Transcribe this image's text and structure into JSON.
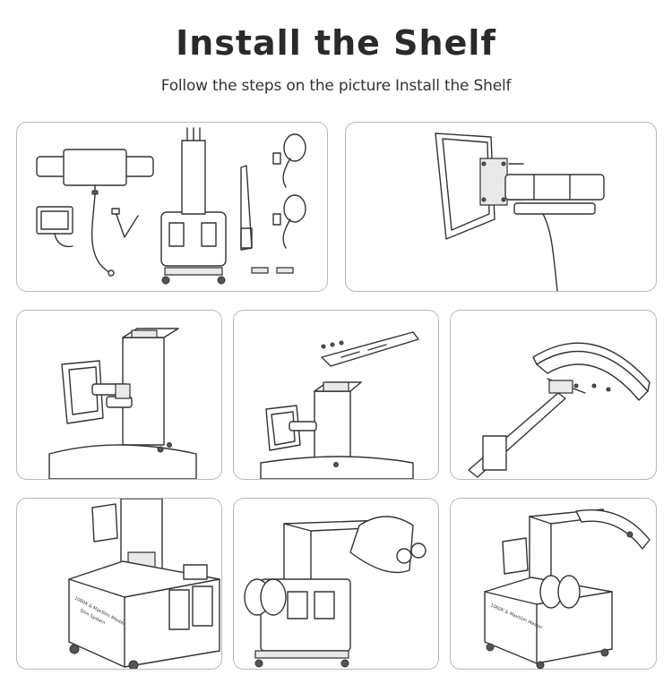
{
  "page": {
    "title": "Install the Shelf",
    "subtitle": "Follow the steps on the picture Install the Shelf"
  },
  "panels": [
    {
      "name": "parts-overview",
      "labels": [
        "",
        ""
      ]
    },
    {
      "name": "monitor-arm-mount"
    },
    {
      "name": "attach-monitor-to-column"
    },
    {
      "name": "attach-arm-to-column"
    },
    {
      "name": "attach-lamp-head"
    },
    {
      "name": "attach-handpiece-holder",
      "labels": [
        "1060K & MaxSlim Master",
        "Slim System"
      ]
    },
    {
      "name": "side-view-assembled"
    },
    {
      "name": "final-assembled",
      "labels": [
        "1060K & MaxSlim Master"
      ]
    }
  ]
}
